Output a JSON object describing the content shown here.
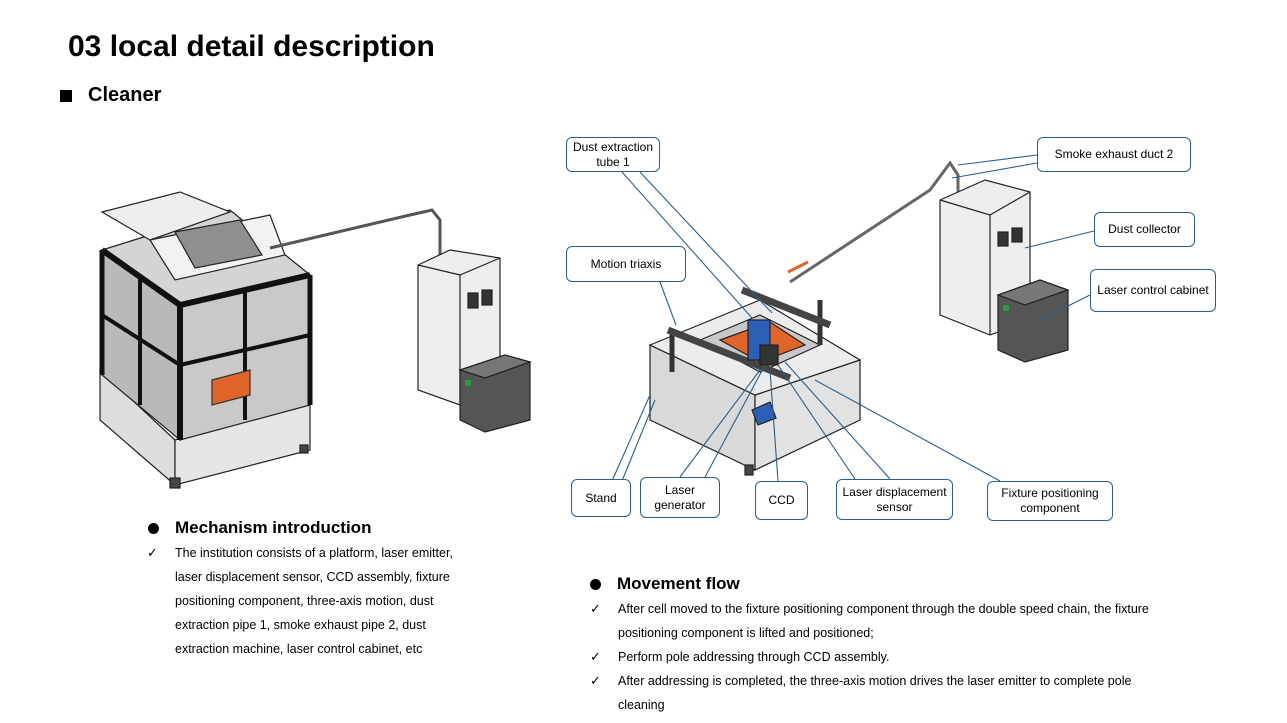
{
  "page": {
    "title": "03 local detail description",
    "subtitle": "Cleaner"
  },
  "mechanism": {
    "heading": "Mechanism introduction",
    "lines": [
      "The institution consists of a platform, laser emitter,",
      "laser displacement sensor, CCD assembly, fixture",
      "positioning component, three-axis motion, dust",
      "extraction pipe 1, smoke exhaust pipe 2, dust",
      "extraction machine, laser control cabinet, etc"
    ]
  },
  "movement": {
    "heading": "Movement flow",
    "items": [
      [
        "After cell moved to the fixture positioning component through the double speed chain, the fixture",
        "positioning component is lifted and positioned;"
      ],
      [
        "Perform pole addressing through CCD assembly."
      ],
      [
        "After addressing is completed, the three-axis motion drives the laser emitter to complete pole",
        "cleaning"
      ]
    ]
  },
  "callouts": {
    "dust_tube": "Dust extraction tube 1",
    "smoke_duct": "Smoke exhaust duct 2",
    "dust_collector": "Dust collector",
    "laser_cabinet": "Laser control cabinet",
    "motion_triaxis": "Motion triaxis",
    "stand": "Stand",
    "laser_generator": "Laser generator",
    "ccd": "CCD",
    "laser_sensor": "Laser displacement sensor",
    "fixture": "Fixture positioning component"
  },
  "colors": {
    "callout_border": "#2f5e8a",
    "accent_orange": "#e0652a",
    "accent_blue": "#2c5fb8"
  }
}
